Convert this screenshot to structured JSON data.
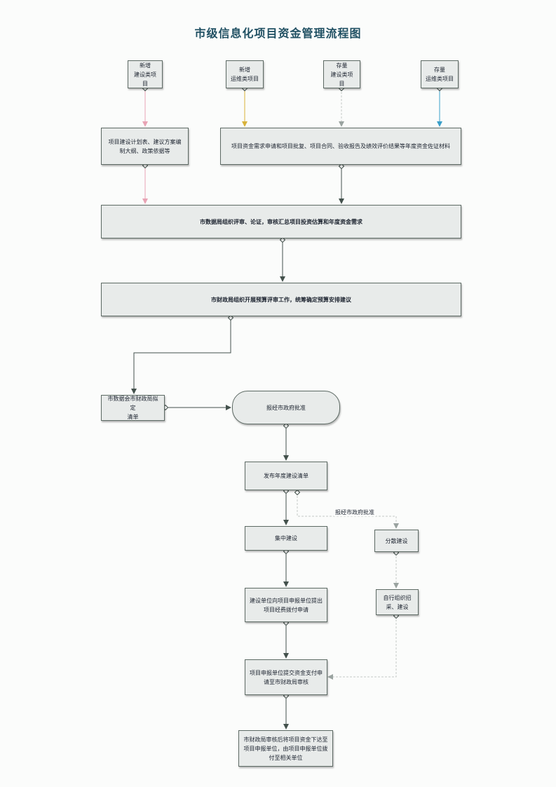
{
  "title": "市级信息化项目资金管理流程图",
  "colors": {
    "line": "#43514c",
    "pink": "#e8a3b4",
    "yellow": "#d8b23a",
    "gray_dashed": "#c4cac7",
    "blue": "#3a9fc9"
  },
  "nodes": {
    "new_construction": "新增\n建设类项目",
    "new_operation": "新增\n运维类项目",
    "existing_construction": "存量\n建设类项目",
    "existing_operation": "存量\n运维类项目",
    "construction_plan": "项目建设计划表、建议方案编制大纲、政策依据等",
    "fund_application": "项目资金需求申请和项目批复、项目合同、验收报告及绩效评价结果等年度资金佐证材料",
    "data_bureau_review": "市数据局组织评审、论证，审核汇总项目投资估算和年度资金需求",
    "finance_bureau_budget": "市财政局组织开展预算评审工作，统筹确定预算安排建议",
    "draft_list": "市数据会市财政局拟定\n清单",
    "gov_approval": "报经市政府批准",
    "publish_list": "发布年度建设清单",
    "centralized": "集中建设",
    "decentralized": "分散建设",
    "unit_apply": "建设单位向项目申报单位提出项目经费拨付申请",
    "self_procure": "自行组织招\n采、建设",
    "submit_payment": "项目申报单位提交资金支付申请至市财政局审核",
    "final_disburse": "市财政局审核后将项目资金下达至项目申报单位，由项目申报单位拨付至相关单位"
  },
  "edge_labels": {
    "gov_approval_branch": "报经市政府批准"
  }
}
